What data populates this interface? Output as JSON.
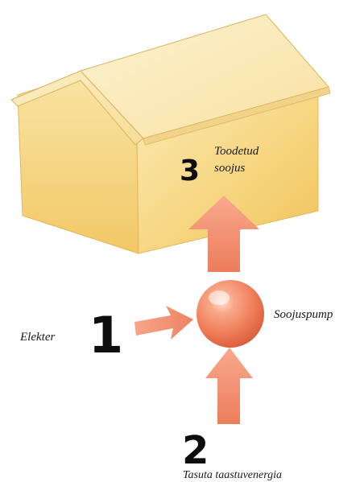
{
  "labels": {
    "produced_heat_line1": "Toodetud",
    "produced_heat_line2": "soojus",
    "electricity": "Elekter",
    "heat_pump": "Soojuspump",
    "renewable_energy": "Tasuta taastuvenergia"
  },
  "steps": {
    "one": "1",
    "two": "2",
    "three": "3"
  },
  "colors": {
    "house_front": "#f7d98a",
    "house_side": "#f5d27a",
    "house_roof": "#fbeab7",
    "arrow": "#f08a6a",
    "sphere": "#f07a5a",
    "number_text": "#0d0d0d"
  }
}
